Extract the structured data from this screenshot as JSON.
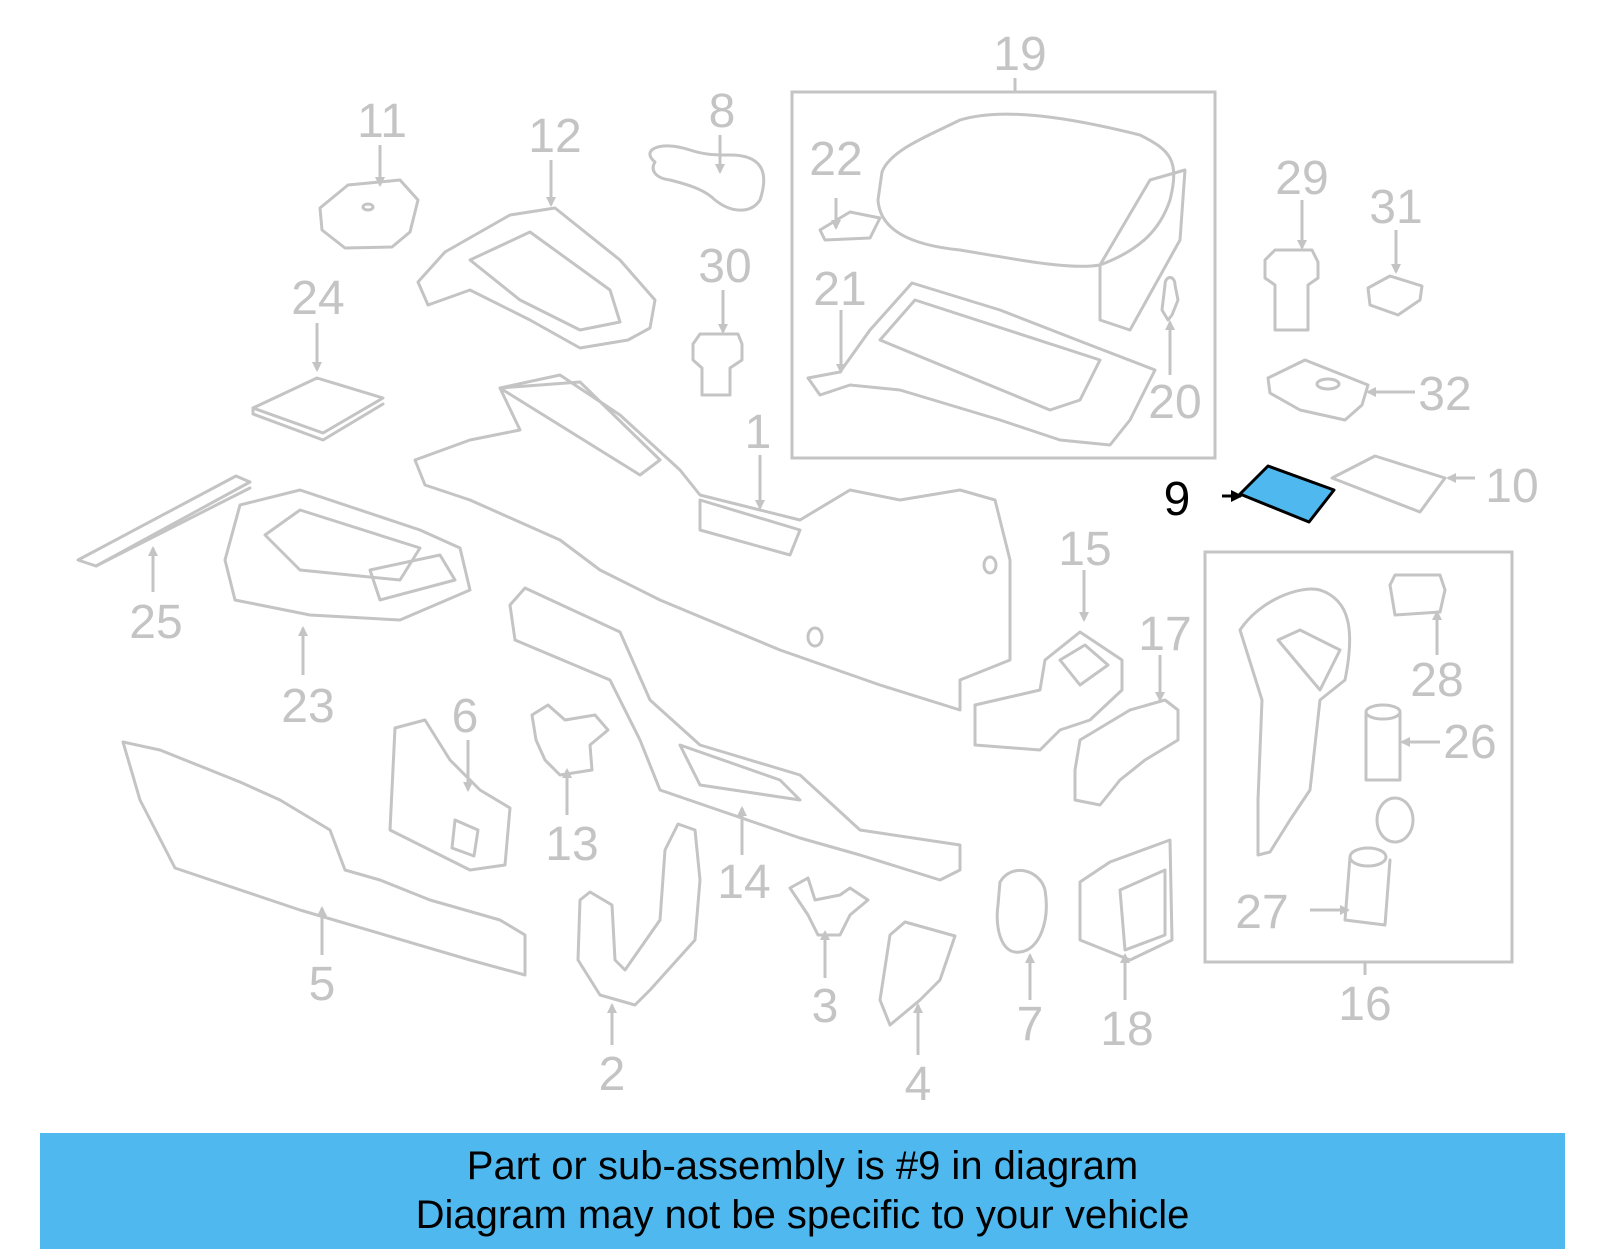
{
  "diagram": {
    "highlight_color": "#4fb9ef",
    "line_color": "#c4c4c4",
    "highlighted_part": "9",
    "callouts": [
      "1",
      "2",
      "3",
      "4",
      "5",
      "6",
      "7",
      "8",
      "9",
      "10",
      "11",
      "12",
      "13",
      "14",
      "15",
      "16",
      "17",
      "18",
      "19",
      "20",
      "21",
      "22",
      "23",
      "24",
      "25",
      "26",
      "27",
      "28",
      "29",
      "30",
      "31",
      "32"
    ]
  },
  "banner": {
    "line1": "Part or sub-assembly is #9 in diagram",
    "line2": "Diagram may not be specific to your vehicle",
    "background": "#4fb9ef"
  }
}
